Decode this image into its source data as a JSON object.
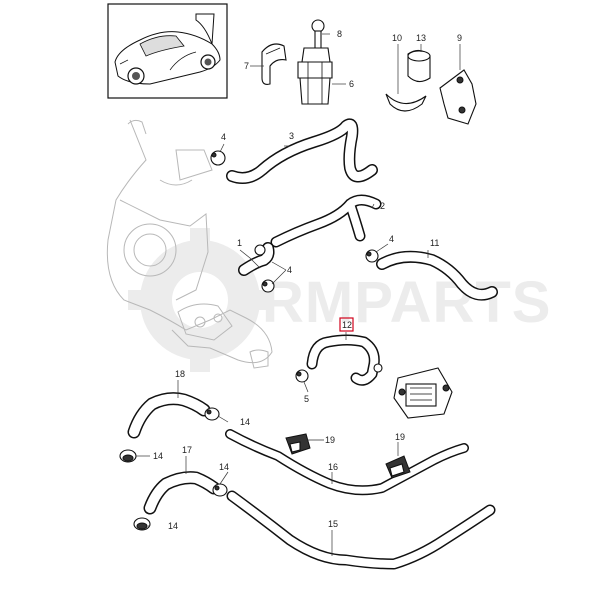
{
  "watermark": {
    "text": "RMPARTS"
  },
  "highlight_color": "#d0021b",
  "callouts": [
    {
      "id": "c1",
      "label": "1"
    },
    {
      "id": "c2",
      "label": "2"
    },
    {
      "id": "c3",
      "label": "3"
    },
    {
      "id": "c4a",
      "label": "4"
    },
    {
      "id": "c4b",
      "label": "4"
    },
    {
      "id": "c4c",
      "label": "4"
    },
    {
      "id": "c5",
      "label": "5"
    },
    {
      "id": "c6",
      "label": "6"
    },
    {
      "id": "c7",
      "label": "7"
    },
    {
      "id": "c8",
      "label": "8"
    },
    {
      "id": "c9",
      "label": "9"
    },
    {
      "id": "c10",
      "label": "10"
    },
    {
      "id": "c11",
      "label": "11"
    },
    {
      "id": "c12",
      "label": "12"
    },
    {
      "id": "c13",
      "label": "13"
    },
    {
      "id": "c14a",
      "label": "14"
    },
    {
      "id": "c14b",
      "label": "14"
    },
    {
      "id": "c14c",
      "label": "14"
    },
    {
      "id": "c14d",
      "label": "14"
    },
    {
      "id": "c15",
      "label": "15"
    },
    {
      "id": "c16",
      "label": "16"
    },
    {
      "id": "c17",
      "label": "17"
    },
    {
      "id": "c18",
      "label": "18"
    },
    {
      "id": "c19a",
      "label": "19"
    },
    {
      "id": "c19b",
      "label": "19"
    }
  ]
}
